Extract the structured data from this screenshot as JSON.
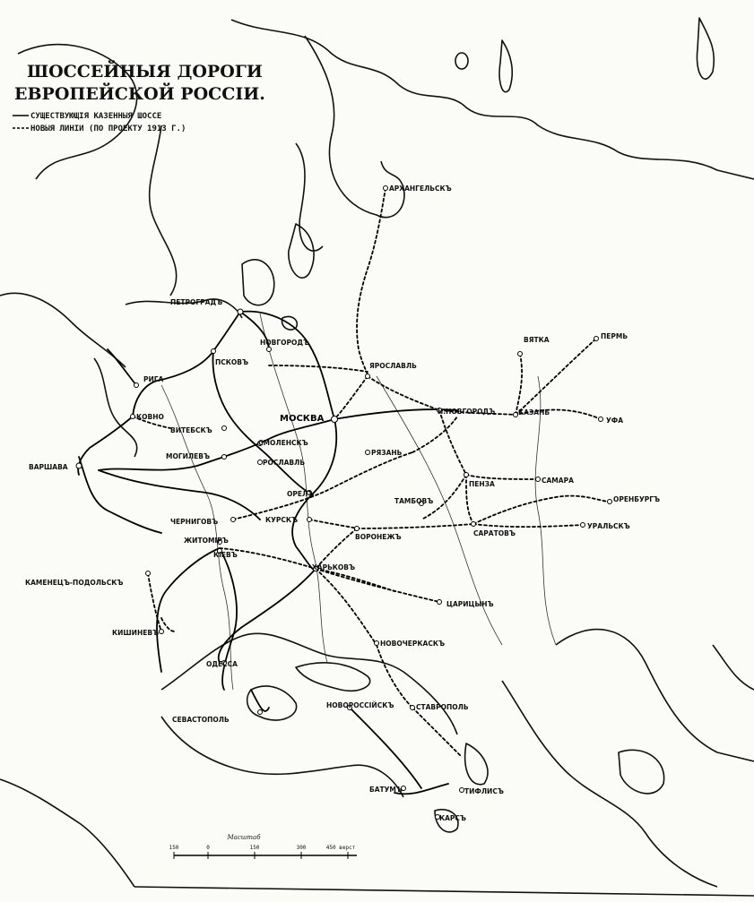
{
  "title": {
    "line1": "ШОССЕЙНЫЯ ДОРОГИ",
    "line2": "ЕВРОПЕЙСКОЙ РОССІИ."
  },
  "legend": {
    "existing": "СУЩЕСТВУЮЩІЯ КАЗЕННЫЯ ШОССЕ",
    "planned": "НОВЫЯ ЛИНІИ (ПО ПРОЕКТУ 1913 Г.)"
  },
  "scale": {
    "label": "Масштаб",
    "ticks": [
      "150",
      "0",
      "150",
      "300",
      "450 верст"
    ]
  },
  "cities": [
    {
      "id": "arkhangelsk",
      "label": "АРХАНГЕЛЬСКЪ"
    },
    {
      "id": "petrograd",
      "label": "ПЕТРОГРАДЪ"
    },
    {
      "id": "novgorod",
      "label": "НОВГОРОДЪ"
    },
    {
      "id": "pskov",
      "label": "ПСКОВЪ"
    },
    {
      "id": "riga",
      "label": "РИГА"
    },
    {
      "id": "yaroslavl",
      "label": "ЯРОСЛАВЛЬ"
    },
    {
      "id": "vyatka",
      "label": "ВЯТКА"
    },
    {
      "id": "perm",
      "label": "ПЕРМЬ"
    },
    {
      "id": "kovno",
      "label": "КОВНО"
    },
    {
      "id": "vitebsk",
      "label": "ВИТЕБСКЪ"
    },
    {
      "id": "moskva",
      "label": "МОСКВА"
    },
    {
      "id": "nnovgorod",
      "label": "Н.НОВГОРОДЪ"
    },
    {
      "id": "kazan",
      "label": "КАЗАНЬ"
    },
    {
      "id": "ufa",
      "label": "УФА"
    },
    {
      "id": "mogilev",
      "label": "МОГИЛЕВЪ"
    },
    {
      "id": "smolensk",
      "label": "СМОЛЕНСКЪ"
    },
    {
      "id": "varshava",
      "label": "ВАРШАВА"
    },
    {
      "id": "roslavl",
      "label": "РОСЛАВЛЬ"
    },
    {
      "id": "ryazan",
      "label": "РЯЗАНЬ"
    },
    {
      "id": "penza",
      "label": "ПЕНЗА"
    },
    {
      "id": "samara",
      "label": "САМАРА"
    },
    {
      "id": "orel",
      "label": "ОРЕЛЪ"
    },
    {
      "id": "tambov",
      "label": "ТАМБОВЪ"
    },
    {
      "id": "orenburg",
      "label": "ОРЕНБУРГЪ"
    },
    {
      "id": "chernigov",
      "label": "ЧЕРНИГОВЪ"
    },
    {
      "id": "kursk",
      "label": "КУРСКЪ"
    },
    {
      "id": "saratov",
      "label": "САРАТОВЪ"
    },
    {
      "id": "uralsk",
      "label": "УРАЛЬСКЪ"
    },
    {
      "id": "voronezh",
      "label": "ВОРОНЕЖЪ"
    },
    {
      "id": "zhitomir",
      "label": "ЖИТОМІРЪ"
    },
    {
      "id": "kiev",
      "label": "КІЕВЪ"
    },
    {
      "id": "kharkov",
      "label": "ХАРЬКОВЪ"
    },
    {
      "id": "kamenets",
      "label": "КАМЕНЕЦЪ-ПОДОЛЬСКЪ"
    },
    {
      "id": "tsaritsyn",
      "label": "ЦАРИЦЫНЪ"
    },
    {
      "id": "kishinev",
      "label": "КИШИНЕВЪ"
    },
    {
      "id": "novocherkassk",
      "label": "НОВОЧЕРКАСКЪ"
    },
    {
      "id": "odessa",
      "label": "ОДЕССА"
    },
    {
      "id": "stavropol",
      "label": "СТАВРОПОЛЬ"
    },
    {
      "id": "novorossiysk",
      "label": "НОВОРОССІЙСКЪ"
    },
    {
      "id": "sevastopol",
      "label": "СЕВАСТОПОЛЬ"
    },
    {
      "id": "batum",
      "label": "БАТУМЪ"
    },
    {
      "id": "tiflis",
      "label": "ТИФЛИСЪ"
    },
    {
      "id": "kars",
      "label": "КАРСЪ"
    }
  ]
}
